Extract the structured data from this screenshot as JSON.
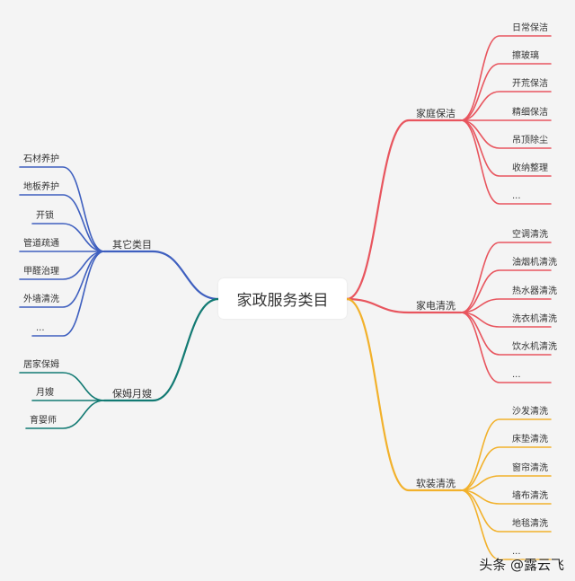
{
  "root": "家政服务类目",
  "colors": {
    "home_cleaning": "#e8555e",
    "appliance_cleaning": "#e8555e",
    "soft_cleaning": "#f2b12b",
    "other": "#3e5fbf",
    "nanny": "#127a73"
  },
  "branches": [
    {
      "key": "home_cleaning",
      "label": "家庭保洁",
      "children": [
        "日常保洁",
        "擦玻璃",
        "开荒保洁",
        "精细保洁",
        "吊顶除尘",
        "收纳整理",
        "..."
      ]
    },
    {
      "key": "appliance_cleaning",
      "label": "家电清洗",
      "children": [
        "空调清洗",
        "油烟机清洗",
        "热水器清洗",
        "洗衣机清洗",
        "饮水机清洗",
        "..."
      ]
    },
    {
      "key": "soft_cleaning",
      "label": "软装清洗",
      "children": [
        "沙发清洗",
        "床垫清洗",
        "窗帘清洗",
        "墙布清洗",
        "地毯清洗",
        "..."
      ]
    },
    {
      "key": "other",
      "label": "其它类目",
      "children": [
        "石材养护",
        "地板养护",
        "开锁",
        "管道疏通",
        "甲醛治理",
        "外墙清洗",
        "..."
      ]
    },
    {
      "key": "nanny",
      "label": "保姆月嫂",
      "children": [
        "居家保姆",
        "月嫂",
        "育婴师"
      ]
    }
  ],
  "watermark": "头条 @露云飞"
}
